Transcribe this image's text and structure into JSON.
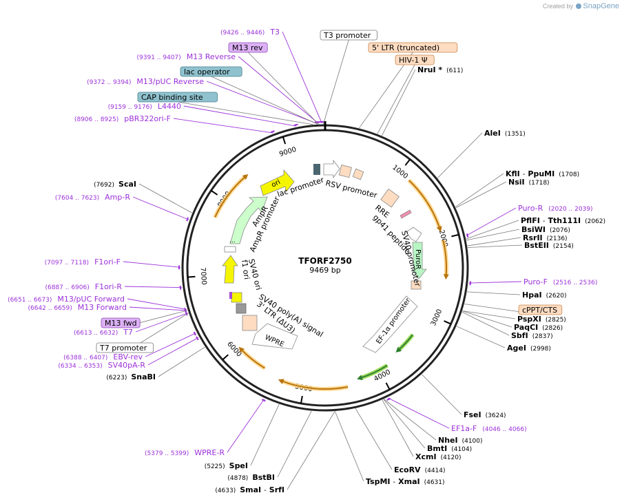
{
  "header": {
    "created_by": "Created by",
    "app_name": "SnapGene"
  },
  "plasmid": {
    "name": "TFORF2750",
    "length_label": "9469 bp",
    "length_bp": 9469
  },
  "colors": {
    "backbone": "#222222",
    "primer": "#9b30d9",
    "feature_arrow": "#b8740e",
    "ori": "#f5f500",
    "ampr": "#ccffcc",
    "puro": "#b8f5c4",
    "ltr": "#fddcc1",
    "ef1a": "#ffffff",
    "enzyme": "#000000",
    "ef1a_glow": "#8cd63f",
    "site_glow": "#ffd27f"
  },
  "ticks": [
    {
      "bp": 1000,
      "label": "1000"
    },
    {
      "bp": 2000,
      "label": "2000"
    },
    {
      "bp": 3000,
      "label": "3000"
    },
    {
      "bp": 4000,
      "label": "4000"
    },
    {
      "bp": 5000,
      "label": "5000"
    },
    {
      "bp": 6000,
      "label": "6000"
    },
    {
      "bp": 7000,
      "label": "7000"
    },
    {
      "bp": 8000,
      "label": "8000"
    },
    {
      "bp": 9000,
      "label": "9000"
    }
  ],
  "sites": [
    {
      "id": "nrui",
      "name": "NruI *",
      "pos": "(611)",
      "bp": 611
    },
    {
      "id": "alei",
      "name": "AleI",
      "pos": "(1351)",
      "bp": 1351
    },
    {
      "id": "kfli",
      "name": "KflI",
      "name2": "PpuMI",
      "pos": "(1708)",
      "bp": 1708
    },
    {
      "id": "nsii",
      "name": "NsiI",
      "pos": "(1718)",
      "bp": 1718
    },
    {
      "id": "pflfi",
      "name": "PflFI",
      "name2": "Tth111I",
      "pos": "(2062)",
      "bp": 2062
    },
    {
      "id": "bsiwi",
      "name": "BsiWI",
      "pos": "(2076)",
      "bp": 2076
    },
    {
      "id": "rsrii",
      "name": "RsrII",
      "pos": "(2136)",
      "bp": 2136
    },
    {
      "id": "bsteii",
      "name": "BstEII",
      "pos": "(2154)",
      "bp": 2154
    },
    {
      "id": "hpai",
      "name": "HpaI",
      "pos": "(2620)",
      "bp": 2620
    },
    {
      "id": "pspxi",
      "name": "PspXI",
      "pos": "(2825)",
      "bp": 2825
    },
    {
      "id": "paqci",
      "name": "PaqCI",
      "pos": "(2826)",
      "bp": 2826
    },
    {
      "id": "sbfi",
      "name": "SbfI",
      "pos": "(2837)",
      "bp": 2837
    },
    {
      "id": "agei",
      "name": "AgeI",
      "pos": "(2998)",
      "bp": 2998
    },
    {
      "id": "fsei",
      "name": "FseI",
      "pos": "(3624)",
      "bp": 3624
    },
    {
      "id": "nhei",
      "name": "NheI",
      "pos": "(4100)",
      "bp": 4100
    },
    {
      "id": "bmti",
      "name": "BmtI",
      "pos": "(4104)",
      "bp": 4104
    },
    {
      "id": "xcmi",
      "name": "XcmI",
      "pos": "(4120)",
      "bp": 4120
    },
    {
      "id": "ecorv",
      "name": "EcoRV",
      "pos": "(4414)",
      "bp": 4414
    },
    {
      "id": "tspmi",
      "name": "TspMI",
      "name2": "XmaI",
      "pos": "(4631)",
      "bp": 4631
    },
    {
      "id": "smai",
      "name": "SmaI",
      "name2": "SrfI",
      "pos": "(4633)",
      "bp": 4633
    },
    {
      "id": "bstbi",
      "name": "BstBI",
      "pos": "(4878)",
      "bp": 4878
    },
    {
      "id": "spei",
      "name": "SpeI",
      "pos": "(5225)",
      "bp": 5225
    },
    {
      "id": "snabi",
      "name": "SnaBI",
      "pos": "(6223)",
      "bp": 6223
    },
    {
      "id": "scai",
      "name": "ScaI",
      "pos": "(7692)",
      "bp": 7692
    }
  ],
  "primers": [
    {
      "id": "t3",
      "name": "T3",
      "pos": "(9426 .. 9446)",
      "bp": 9436
    },
    {
      "id": "m13rev_p",
      "name": "M13 Reverse",
      "pos": "(9391 .. 9407)",
      "bp": 9399
    },
    {
      "id": "m13puc_rev",
      "name": "M13/pUC Reverse",
      "pos": "(9372 .. 9394)",
      "bp": 9383
    },
    {
      "id": "l4440",
      "name": "L4440",
      "pos": "(9159 .. 9176)",
      "bp": 9167
    },
    {
      "id": "pbr322",
      "name": "pBR322ori-F",
      "pos": "(8906 .. 8925)",
      "bp": 8915
    },
    {
      "id": "puro_r",
      "name": "Puro-R",
      "pos": "(2020 .. 2039)",
      "bp": 2030
    },
    {
      "id": "puro_f",
      "name": "Puro-F",
      "pos": "(2516 .. 2536)",
      "bp": 2526
    },
    {
      "id": "ef1a_f",
      "name": "EF1a-F",
      "pos": "(4046 .. 4066)",
      "bp": 4056
    },
    {
      "id": "wpre_r",
      "name": "WPRE-R",
      "pos": "(5379 .. 5399)",
      "bp": 5389
    },
    {
      "id": "sv40pa_r",
      "name": "SV40pA-R",
      "pos": "(6334 .. 6353)",
      "bp": 6343
    },
    {
      "id": "ebv_rev",
      "name": "EBV-rev",
      "pos": "(6388 .. 6407)",
      "bp": 6397
    },
    {
      "id": "t7",
      "name": "T7",
      "pos": "(6613 .. 6632)",
      "bp": 6622
    },
    {
      "id": "m13fwd_p",
      "name": "M13 Forward",
      "pos": "(6642 .. 6659)",
      "bp": 6650
    },
    {
      "id": "m13puc_fwd",
      "name": "M13/pUC Forward",
      "pos": "(6651 .. 6673)",
      "bp": 6662
    },
    {
      "id": "f1ori_r",
      "name": "F1ori-R",
      "pos": "(6887 .. 6906)",
      "bp": 6896
    },
    {
      "id": "f1ori_f",
      "name": "F1ori-F",
      "pos": "(7097 .. 7118)",
      "bp": 7107
    },
    {
      "id": "amp_r",
      "name": "Amp-R",
      "pos": "(7604 .. 7623)",
      "bp": 7613
    }
  ],
  "boxed_labels": [
    {
      "id": "t3_promoter",
      "text": "T3 promoter",
      "style": "white",
      "bp": 9450
    },
    {
      "id": "m13_rev_box",
      "text": "M13 rev",
      "style": "purple",
      "bp": 9400
    },
    {
      "id": "lac_operator",
      "text": "lac operator",
      "style": "blue",
      "bp": 9390
    },
    {
      "id": "cap_site",
      "text": "CAP binding site",
      "style": "blue",
      "bp": 9340
    },
    {
      "id": "ltr5",
      "text": "5' LTR (truncated)",
      "style": "peach",
      "bp": 360
    },
    {
      "id": "hiv_psi",
      "text": "HIV-1 Ψ",
      "style": "peach",
      "bp": 560
    },
    {
      "id": "cppt",
      "text": "cPPT/CTS",
      "style": "peach",
      "bp": 2750
    },
    {
      "id": "m13_fwd_box",
      "text": "M13 fwd",
      "style": "purple",
      "bp": 6650
    },
    {
      "id": "t7_promoter",
      "text": "T7 promoter",
      "style": "white",
      "bp": 6620
    }
  ],
  "inner_labels": [
    {
      "id": "ori_label",
      "text": "ori"
    },
    {
      "id": "lac_promoter",
      "text": "lac promoter"
    },
    {
      "id": "rsv_promoter",
      "text": "RSV promoter"
    },
    {
      "id": "rre",
      "text": "RRE"
    },
    {
      "id": "gp41",
      "text": "gp41 peptide"
    },
    {
      "id": "sv40_promoter",
      "text": "SV40 promoter"
    },
    {
      "id": "puror",
      "text": "PuroR"
    },
    {
      "id": "ef1a",
      "text": "EF-1α promoter"
    },
    {
      "id": "wpre",
      "text": "WPRE"
    },
    {
      "id": "ltr3",
      "text": "3' LTR (ΔU3)"
    },
    {
      "id": "sv40pa",
      "text": "SV40 poly(A) signal"
    },
    {
      "id": "sv40ori",
      "text": "SV40 ori"
    },
    {
      "id": "f1ori",
      "text": "f1 ori"
    },
    {
      "id": "ampr_promoter",
      "text": "AmpR promoter"
    },
    {
      "id": "ampr",
      "text": "AmpR"
    },
    {
      "id": "ampr_dots",
      "text": "..."
    }
  ]
}
